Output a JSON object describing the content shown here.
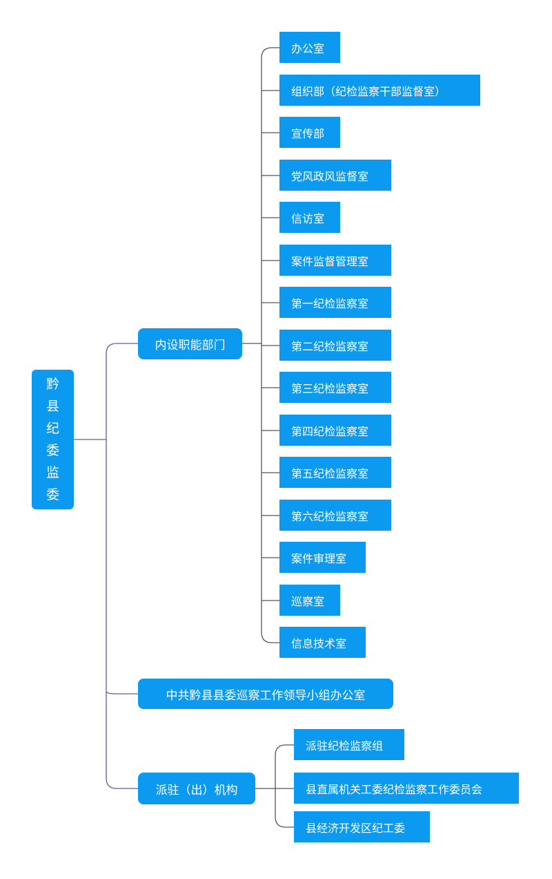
{
  "root": {
    "label": "黔县纪委监委",
    "chars": [
      "黔",
      "县",
      "纪",
      "委",
      "监",
      "委"
    ]
  },
  "branches": [
    {
      "label": "内设职能部门",
      "children": [
        "办公室",
        "组织部（纪检监察干部监督室）",
        "宣传部",
        "党风政风监督室",
        "信访室",
        "案件监督管理室",
        "第一纪检监察室",
        "第二纪检监察室",
        "第三纪检监察室",
        "第四纪检监察室",
        "第五纪检监察室",
        "第六纪检监察室",
        "案件审理室",
        "巡察室",
        "信息技术室"
      ]
    },
    {
      "label": "中共黔县县委巡察工作领导小组办公室",
      "children": []
    },
    {
      "label": "派驻（出）机构",
      "children": [
        "派驻纪检监察组",
        "县直属机关工委纪检监察工作委员会",
        "县经济开发区纪工委"
      ]
    }
  ],
  "colors": {
    "node_fill": "#0b9af0",
    "node_text": "#ffffff",
    "root_connector": "#5b5f99",
    "child_connector": "#555555"
  }
}
